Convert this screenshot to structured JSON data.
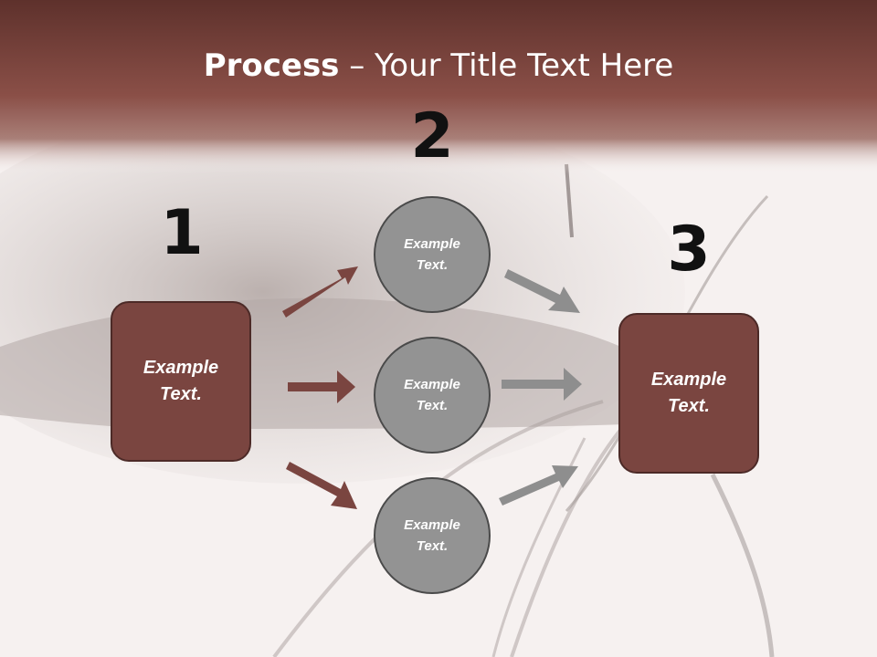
{
  "title": {
    "bold": "Process",
    "rest": " – Your Title Text Here"
  },
  "steps": [
    {
      "number": "1",
      "label_line1": "Example",
      "label_line2": "Text."
    },
    {
      "number": "2"
    },
    {
      "number": "3",
      "label_line1": "Example",
      "label_line2": "Text."
    }
  ],
  "circles": [
    {
      "line1": "Example",
      "line2": "Text."
    },
    {
      "line1": "Example",
      "line2": "Text."
    },
    {
      "line1": "Example",
      "line2": "Text."
    }
  ],
  "colors": {
    "header_dark": "#5e312c",
    "header_mid": "#8a4f47",
    "box_fill": "#7a4540",
    "box_border": "#4c2a27",
    "circle_fill": "#939393",
    "circle_border": "#4a4a4a",
    "arrow_brown": "#7a4540",
    "arrow_gray": "#8e8e8e"
  }
}
